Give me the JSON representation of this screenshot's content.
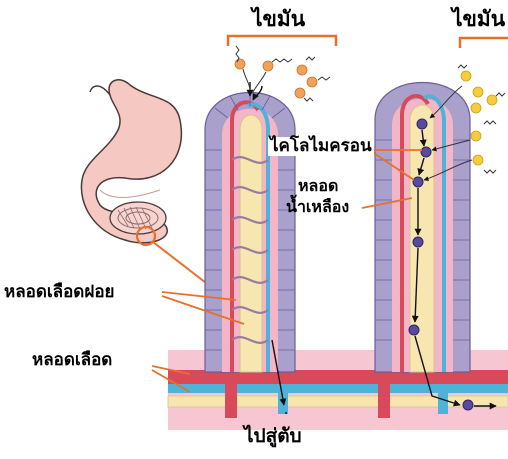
{
  "labels": {
    "fat_left": "ไขมัน",
    "fat_right": "ไขมัน",
    "chylomicron": "ไคโลไมครอน",
    "lymph_line1": "หลอด",
    "lymph_line2": "น้ำเหลือง",
    "capillary": "หลอดเลือดฝอย",
    "blood_vessel": "หลอดเลือด",
    "to_liver": "ไปสู่ตับ"
  },
  "colors": {
    "accent_line": "#e8702a",
    "villus_outer": "#a9a0cc",
    "villus_inner": "#f3b6c8",
    "lacteal": "#f7e6b0",
    "capillary_red": "#d8495a",
    "capillary_blue": "#4fb3d9",
    "fat_droplet_orange": "#f2a15a",
    "fat_droplet_yellow": "#f6cc3c",
    "chylomicron_purple": "#5a4a9e",
    "stomach": "#f5c9c2"
  }
}
